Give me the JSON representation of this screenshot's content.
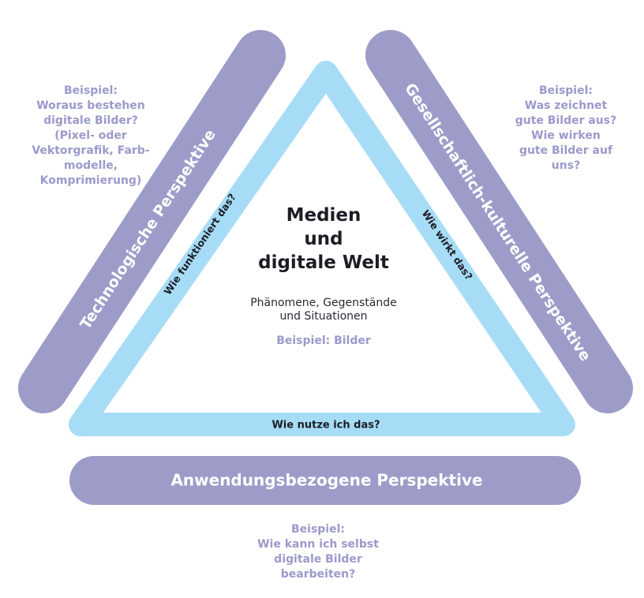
{
  "diagram": {
    "center": {
      "title": "Medien\nund\ndigitale Welt",
      "subtitle": "Phänomene, Gegenstände\nund Situationen",
      "example": "Beispiel: Bilder"
    },
    "perspectives": {
      "technological": "Technologische Perspektive",
      "sociocultural": "Gesellschaftlich-kulturelle Perspektive",
      "application": "Anwendungsbezogene Perspektive"
    },
    "questions": {
      "left": "Wie funktioniert das?",
      "right": "Wie wirkt das?",
      "bottom": "Wie nutze ich das?"
    },
    "examples": {
      "technological": "Beispiel:\nWoraus bestehen\ndigitale Bilder?\n(Pixel- oder\nVektorgrafik, Farb-\nmodelle,\nKomprimierung)",
      "sociocultural": "Beispiel:\nWas zeichnet\ngute Bilder aus?\nWie wirken\ngute Bilder auf\nuns?",
      "application": "Beispiel:\nWie kann ich selbst\ndigitale Bilder\nbearbeiten?"
    },
    "colors": {
      "band": "#9d9cc9",
      "triangle": "#a6dcf6",
      "note": "#9a9acb",
      "text_dark": "#1c1c24"
    }
  }
}
